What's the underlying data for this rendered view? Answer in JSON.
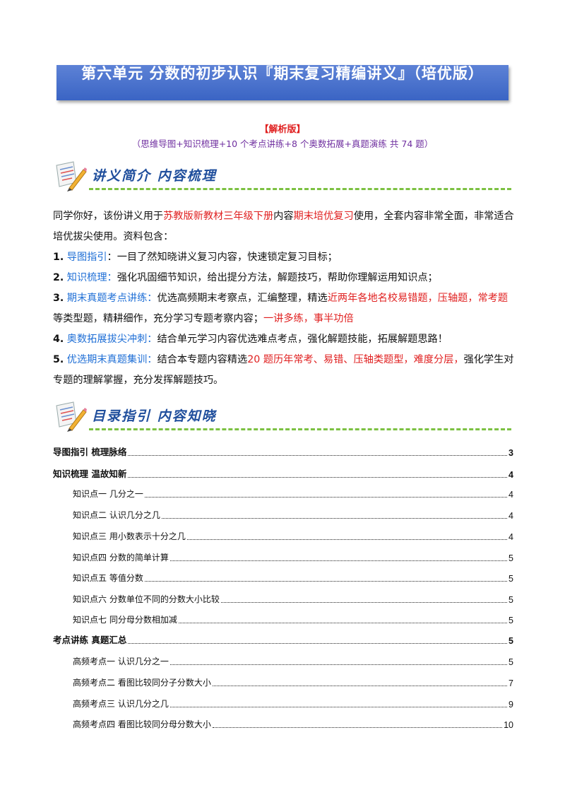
{
  "header": {
    "title": "第六单元 分数的初步认识『期末复习精编讲义』（培优版）",
    "edition": "【解析版】",
    "summary": "（思维导图+知识梳理+10 个考点讲练+8 个奥数拓展+真题演练  共 74 题）"
  },
  "sections": {
    "intro_heading": "讲义简介 内容梳理",
    "toc_heading": "目录指引 内容知晓"
  },
  "intro": {
    "p1_a": "同学你好，该份讲义用于",
    "p1_b": "苏教版新教材三年级下册",
    "p1_c": "内容",
    "p1_d": "期末培优复习",
    "p1_e": "使用，全套内容非常全面，非常适合培优拔尖使用。资料包含：",
    "i1_num": "1.",
    "i1_label": "导图指引",
    "i1_text": "：一目了然知晓讲义复习内容，快速锁定复习目标；",
    "i2_num": "2.",
    "i2_label": "知识梳理：",
    "i2_text": "强化巩固细节知识，给出提分方法，解题技巧，帮助你理解运用知识点；",
    "i3_num": "3.",
    "i3_label": "期末真题考点讲练：",
    "i3_text_a": "优选高频期末考察点，汇编整理，精选",
    "i3_text_b": "近两年各地名校易错题，压轴题，常考题",
    "i3_text_c": "等类型题，精耕细作，充分学习专题考察内容；",
    "i3_text_d": "一讲多练，事半功倍",
    "i4_num": "4.",
    "i4_label": "奥数拓展拔尖冲刺：",
    "i4_text": "结合单元学习内容优选难点考点，强化解题技能，拓展解题思路！",
    "i5_num": "5.",
    "i5_label": "优选期末真题集训：",
    "i5_text_a": "结合本专题内容精选",
    "i5_text_b": "20 题历年常考、易错、压轴类题型，难度分层，",
    "i5_text_c": "强化学生对专题的理解掌握，充分发挥解题技巧。"
  },
  "toc": [
    {
      "title": "导图指引 梳理脉络",
      "page": "3",
      "level": 1
    },
    {
      "title": "知识梳理 温故知新",
      "page": "4",
      "level": 1
    },
    {
      "title": "知识点一  几分之一",
      "page": "4",
      "level": 2
    },
    {
      "title": "知识点二  认识几分之几",
      "page": "4",
      "level": 2
    },
    {
      "title": "知识点三  用小数表示十分之几",
      "page": "4",
      "level": 2
    },
    {
      "title": "知识点四  分数的简单计算",
      "page": "5",
      "level": 2
    },
    {
      "title": "知识点五  等值分数",
      "page": "5",
      "level": 2
    },
    {
      "title": "知识点六  分数单位不同的分数大小比较",
      "page": "5",
      "level": 2
    },
    {
      "title": "知识点七  同分母分数相加减",
      "page": "5",
      "level": 2
    },
    {
      "title": "考点讲练 真题汇总",
      "page": "5",
      "level": 1
    },
    {
      "title": "高频考点一  认识几分之一",
      "page": "5",
      "level": 2
    },
    {
      "title": "高频考点二  看图比较同分子分数大小",
      "page": "7",
      "level": 2
    },
    {
      "title": "高频考点三  认识几分之几",
      "page": "9",
      "level": 2
    },
    {
      "title": "高频考点四  看图比较同分母分数大小",
      "page": "10",
      "level": 2
    }
  ],
  "colors": {
    "banner": "#3a64c4",
    "emphasis_red": "#e02020",
    "label_blue": "#1f6fd6",
    "summary_purple": "#7030a0",
    "dash_green": "#7cc142"
  },
  "icons": [
    "paper-pencil-icon"
  ]
}
